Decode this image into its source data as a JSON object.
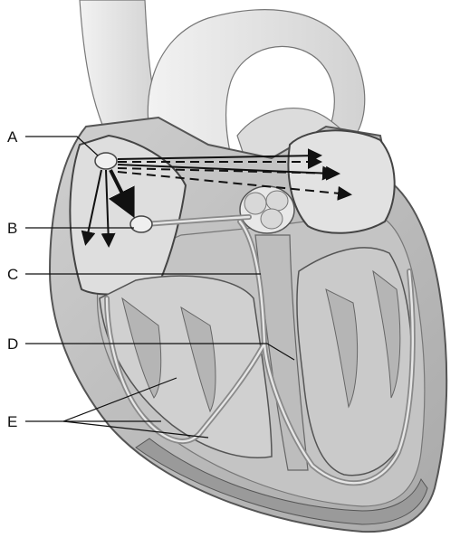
{
  "labels": {
    "a": "A",
    "b": "B",
    "c": "C",
    "d": "D",
    "e": "E"
  },
  "colors": {
    "outline": "#3a3a3a",
    "tissue_light": "#d6d6d6",
    "tissue_mid": "#b9b9b9",
    "tissue_dark": "#8e8e8e",
    "vessel": "#e9e9e9",
    "conduction": "#cfcfcf",
    "arrow": "#111111"
  }
}
